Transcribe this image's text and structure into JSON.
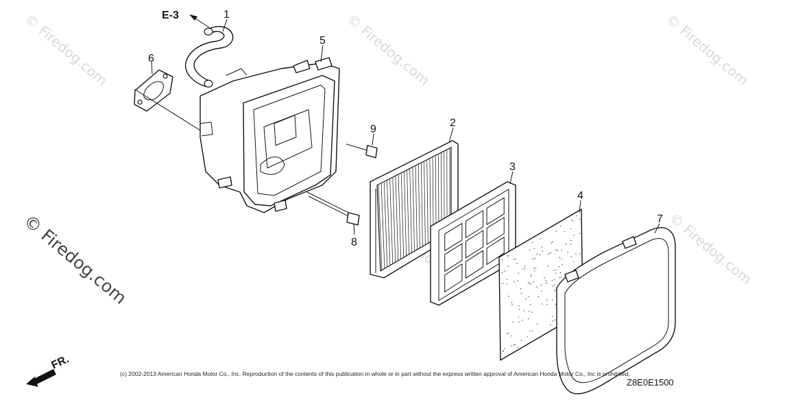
{
  "diagram": {
    "reference": "E-3",
    "direction_label": "FR.",
    "diagram_code": "Z8E0E1500",
    "copyright": "(c) 2002-2013 American Honda Motor Co., Inc. Reproduction of the contents of this publication in whole or in part without the express written approval of American Honda Motor Co., Inc is prohibited.",
    "watermark_text": "© Firedog.com",
    "callouts": [
      "1",
      "2",
      "3",
      "4",
      "5",
      "6",
      "7",
      "8",
      "9"
    ]
  },
  "colors": {
    "line": "#111111",
    "watermark": "#d9d9d9",
    "background": "#ffffff"
  }
}
